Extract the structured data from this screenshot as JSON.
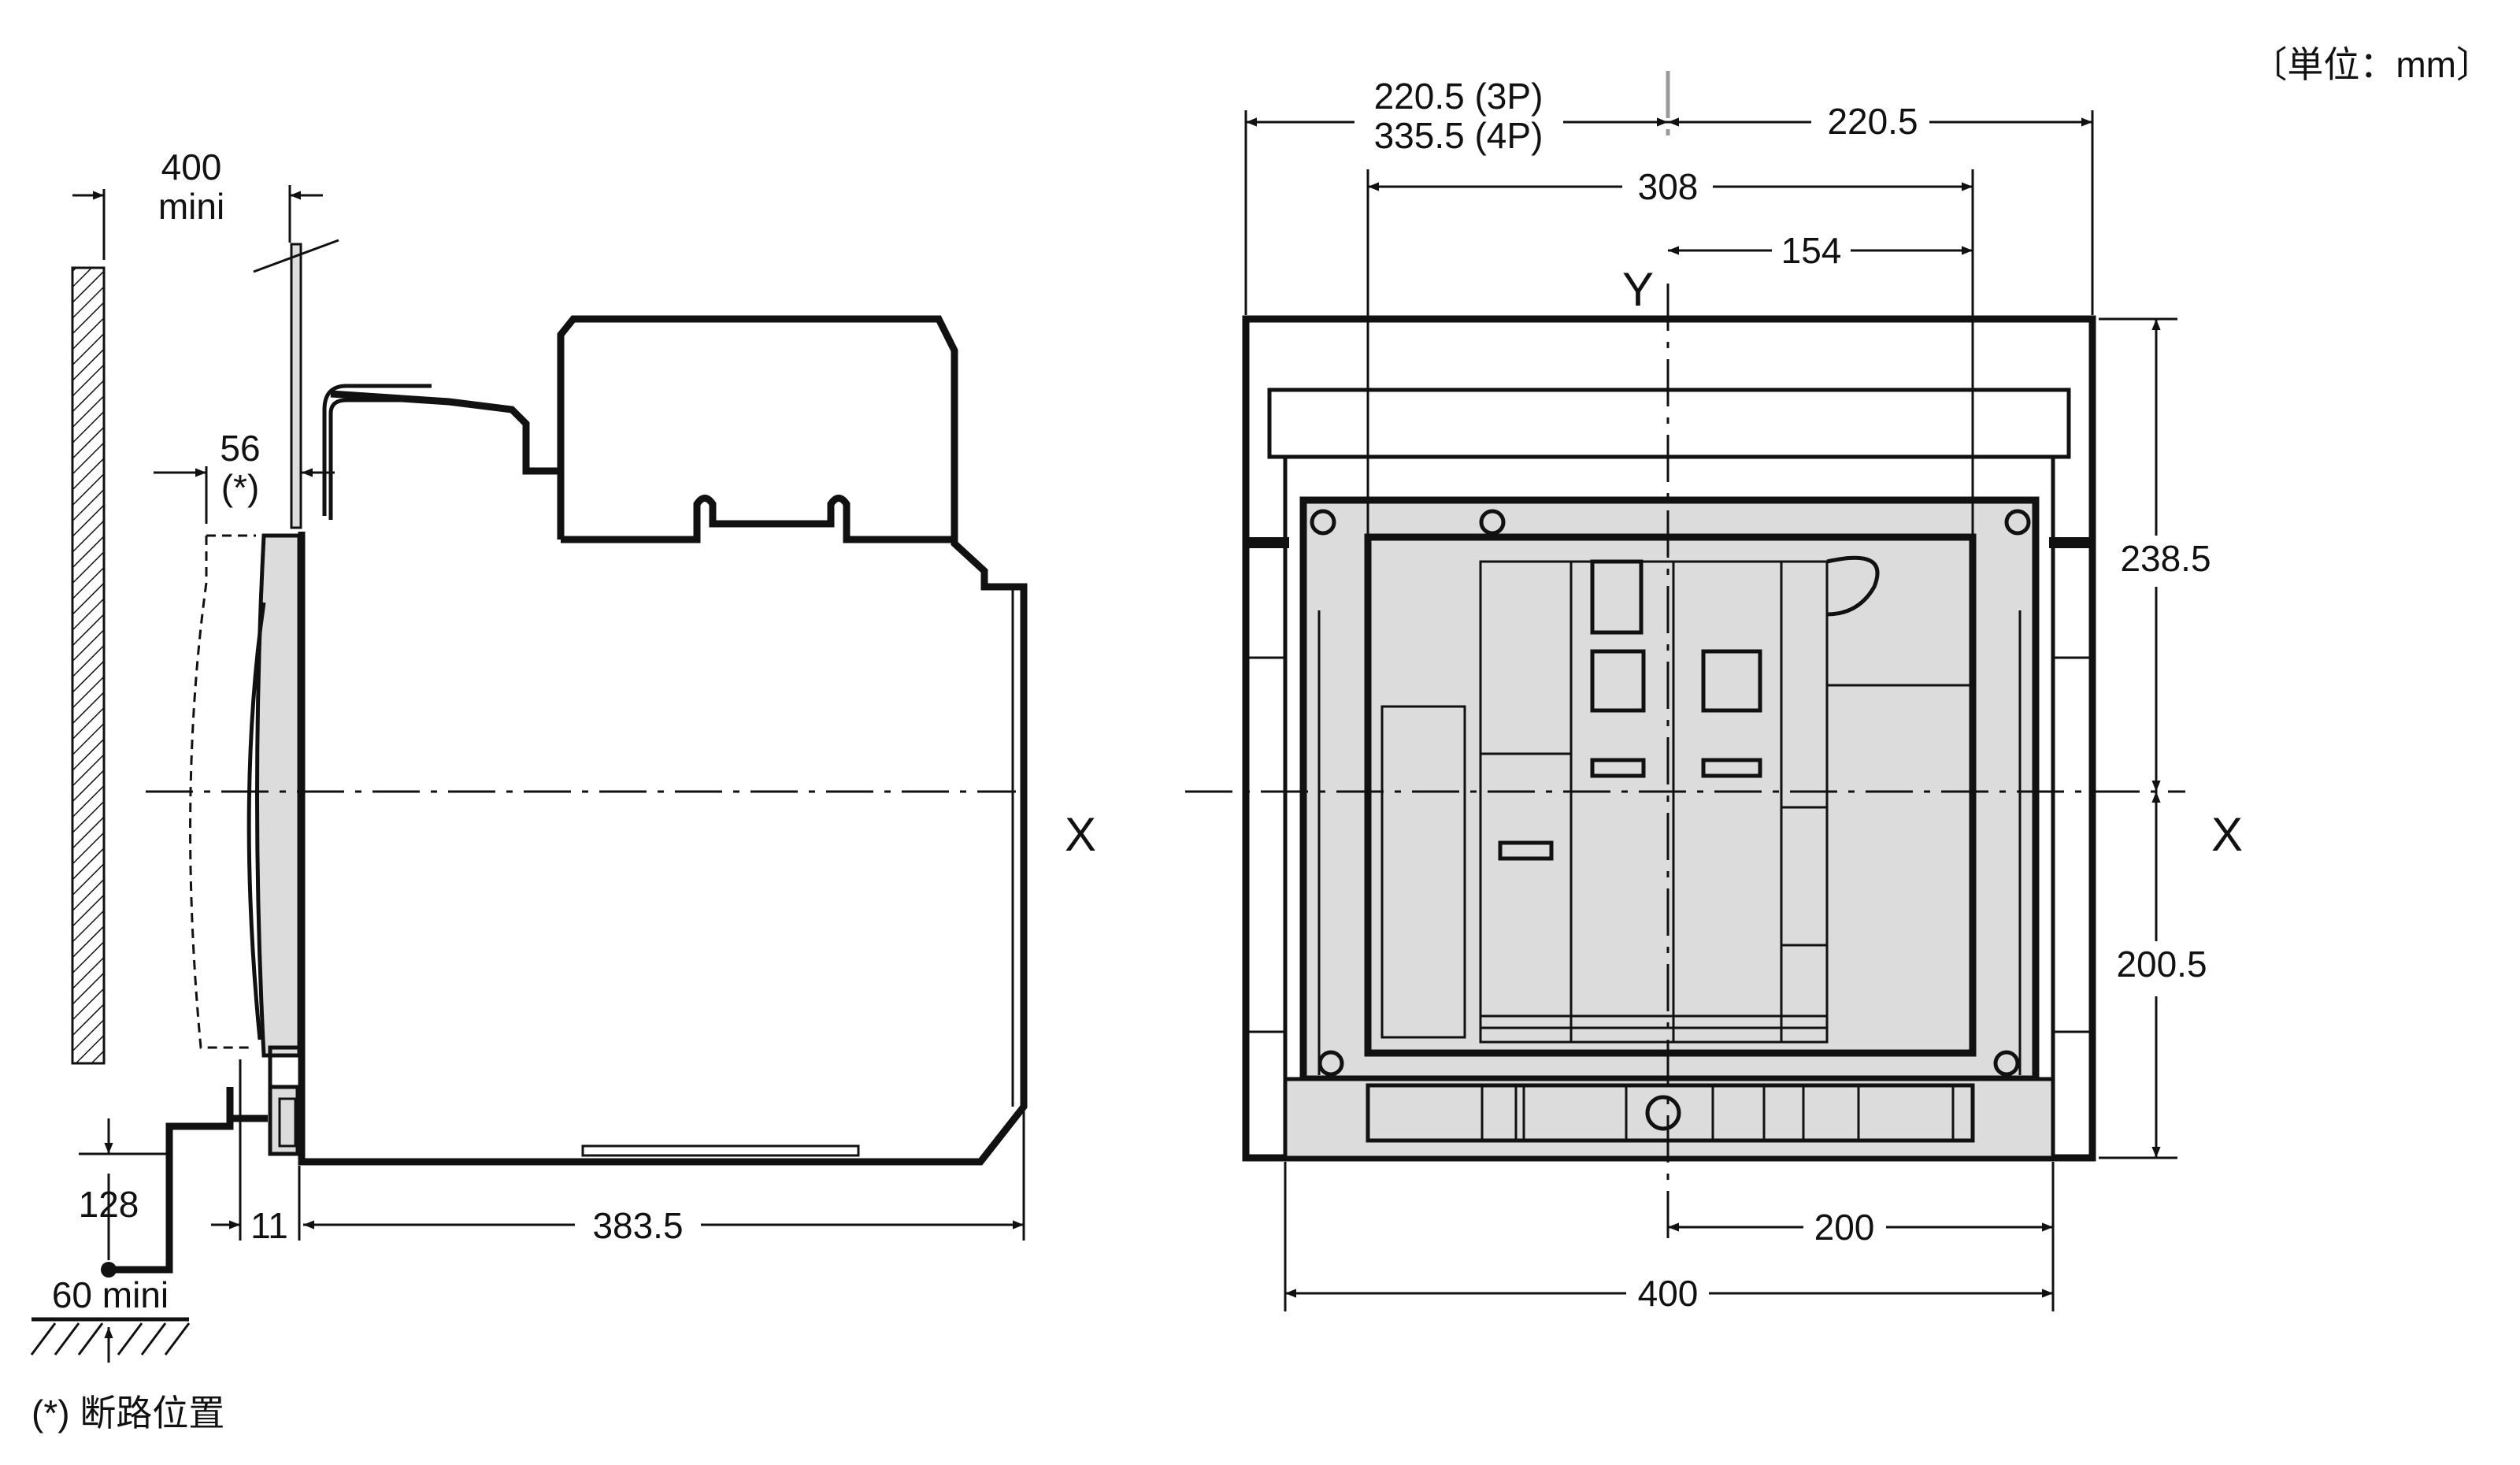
{
  "unit_label": "〔単位：mm〕",
  "footnote": "(*) 断路位置",
  "side_view": {
    "clearance_top": "400",
    "clearance_top_sub": "mini",
    "disconnect_offset": "56",
    "disconnect_offset_sub": "(*)",
    "height_from_floor": "128",
    "floor_min": "60 mini",
    "front_offset": "11",
    "depth": "383.5",
    "axis_x": "X"
  },
  "front_view": {
    "left_half_3p": "220.5 (3P)",
    "left_half_4p": "335.5 (4P)",
    "right_half": "220.5",
    "inner_width": "308",
    "inner_half": "154",
    "axis_y": "Y",
    "axis_x": "X",
    "upper_height": "238.5",
    "lower_height": "200.5",
    "lower_half_width": "200",
    "overall_width": "400"
  }
}
